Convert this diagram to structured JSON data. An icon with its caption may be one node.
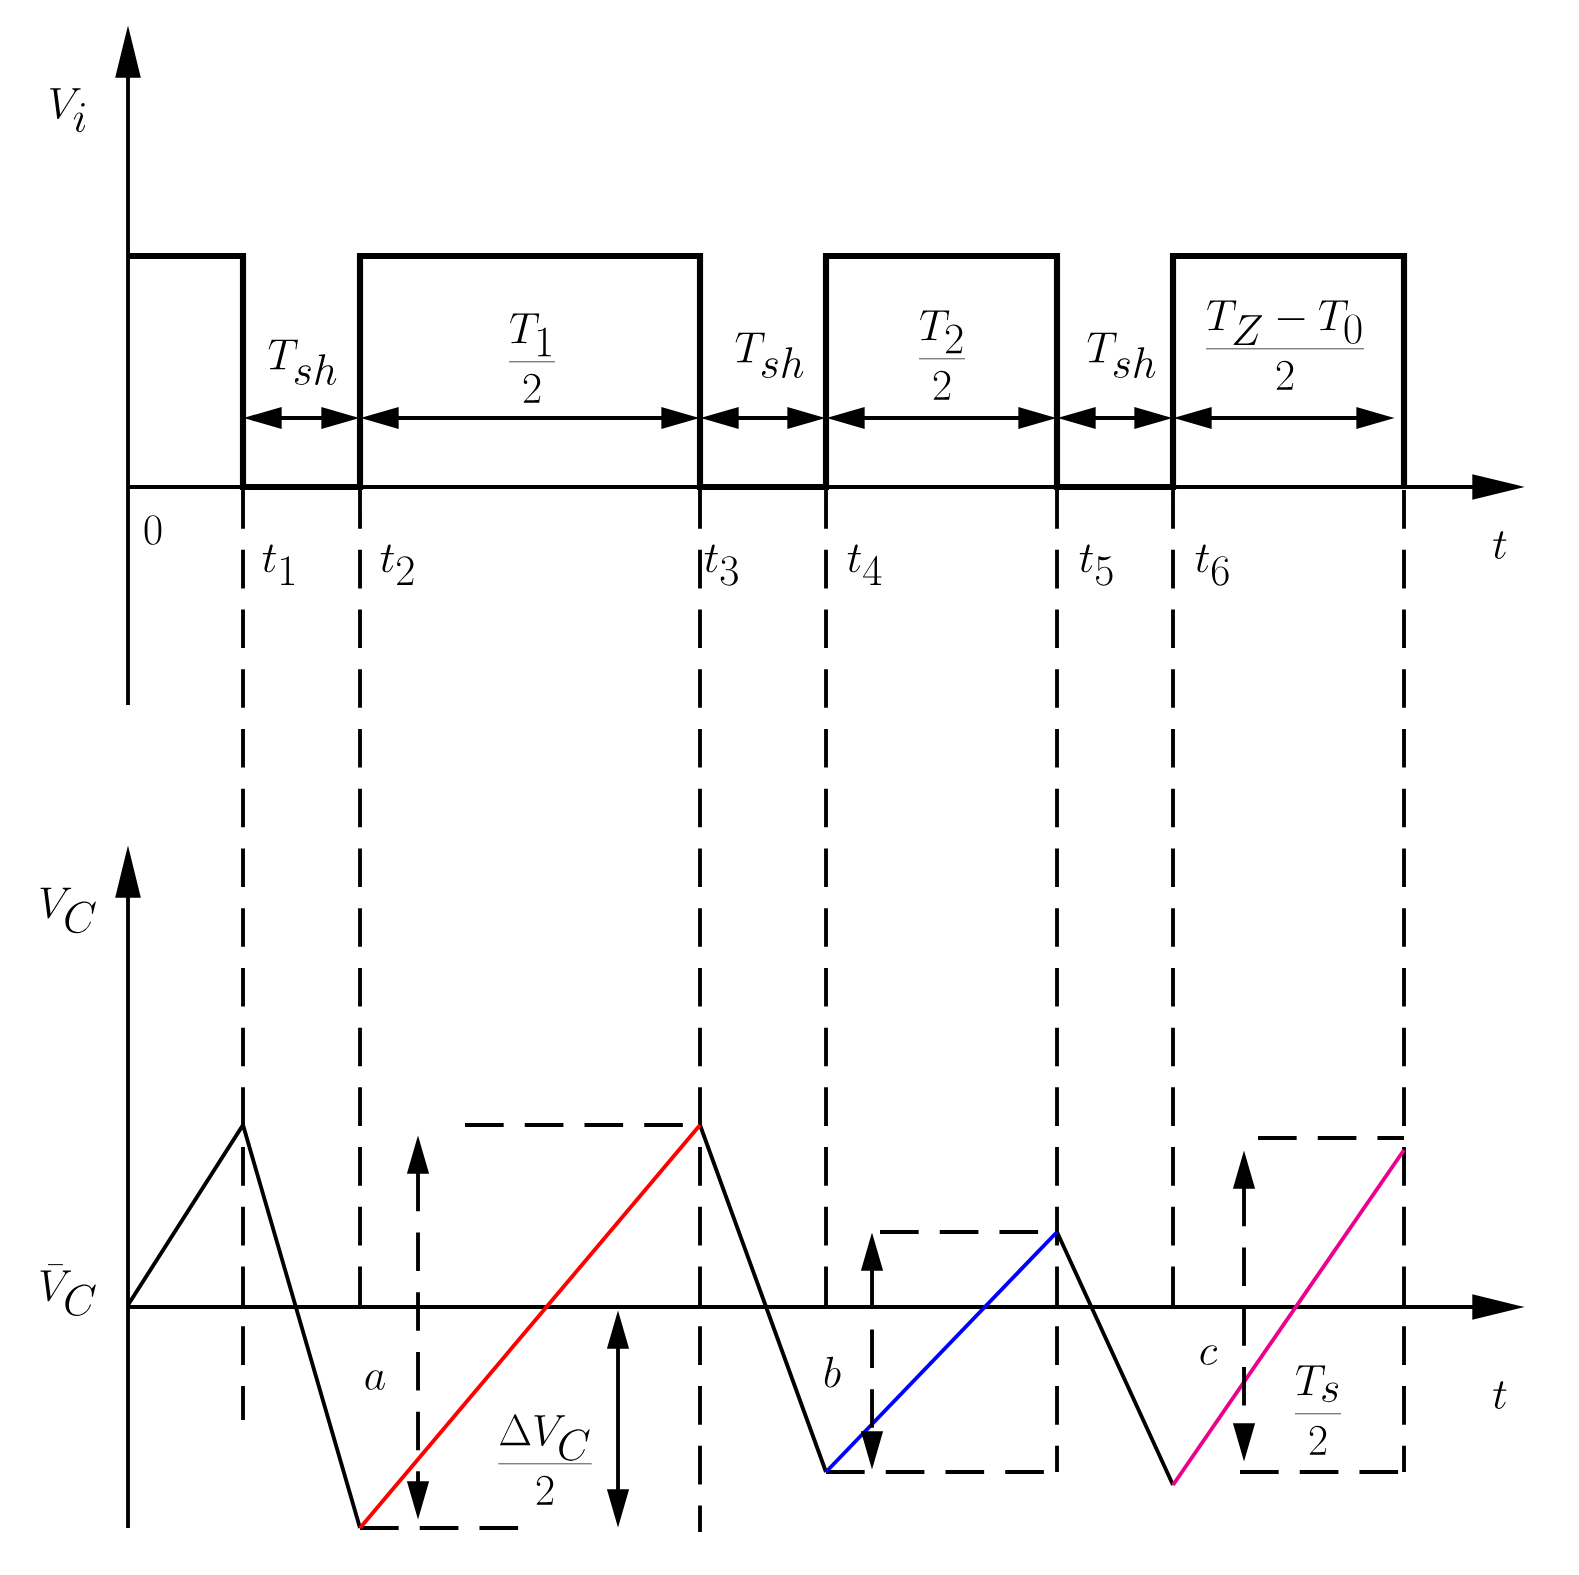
{
  "diagram": {
    "labels": [
      "V_i",
      "T_{sh}",
      "\\frac{T_1}{2}",
      "T_{sh}",
      "\\frac{T_2}{2}",
      "T_{sh}",
      "\\frac{T_Z-T_0}{2}",
      "0",
      "t_1",
      "t_2",
      "t_3",
      "t_4",
      "t_5",
      "t_6",
      "t",
      "V_C",
      "\\bar{V}_C",
      "a",
      "b",
      "\\frac{T_s}{2}",
      "c",
      "\\frac{\\Delta V_C}{2}",
      "t"
    ]
  }
}
